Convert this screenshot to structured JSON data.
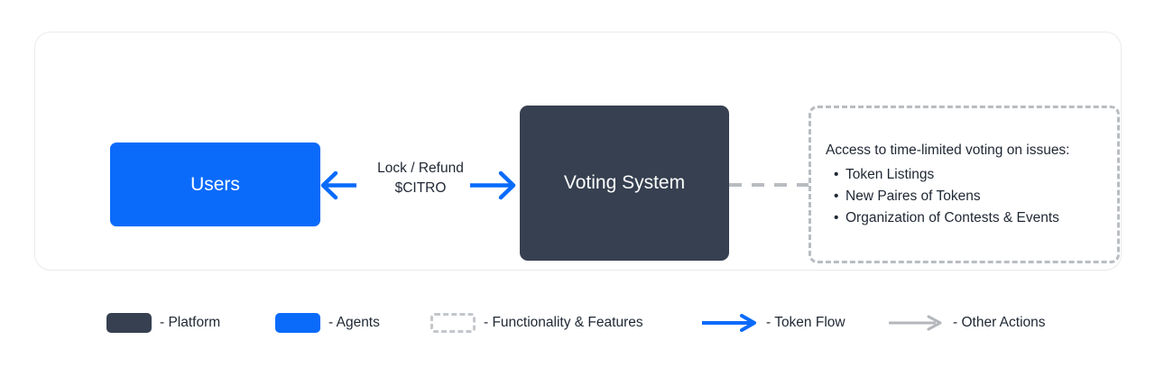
{
  "diagram": {
    "nodes": {
      "users": {
        "label": "Users",
        "color": "#0a6bfb",
        "kind": "agents"
      },
      "voting_system": {
        "label": "Voting System",
        "color": "#364050",
        "kind": "platform"
      }
    },
    "edges": {
      "lock_refund": {
        "label_line1": "Lock / Refund",
        "label_line2": "$CITRO",
        "color": "#0a6bfb",
        "direction": "bidirectional",
        "kind": "token-flow"
      },
      "features_connector": {
        "color": "#b9bcc1",
        "style": "dashed",
        "kind": "other-actions"
      }
    },
    "features_box": {
      "title": "Access to time-limited voting on issues:",
      "items": [
        "Token Listings",
        "New Paires of Tokens",
        "Organization of Contests & Events"
      ],
      "border_color": "#b9bcc1"
    }
  },
  "legend": {
    "items": [
      {
        "swatch": "solid-dark",
        "color": "#364050",
        "label": "- Platform"
      },
      {
        "swatch": "solid-blue",
        "color": "#0a6bfb",
        "label": "- Agents"
      },
      {
        "swatch": "dashed-outline",
        "color": "#c3c6ca",
        "label": "- Functionality & Features"
      },
      {
        "swatch": "arrow-blue",
        "color": "#0a6bfb",
        "label": "- Token Flow"
      },
      {
        "swatch": "arrow-gray",
        "color": "#b4b7bb",
        "label": "- Other Actions"
      }
    ]
  }
}
